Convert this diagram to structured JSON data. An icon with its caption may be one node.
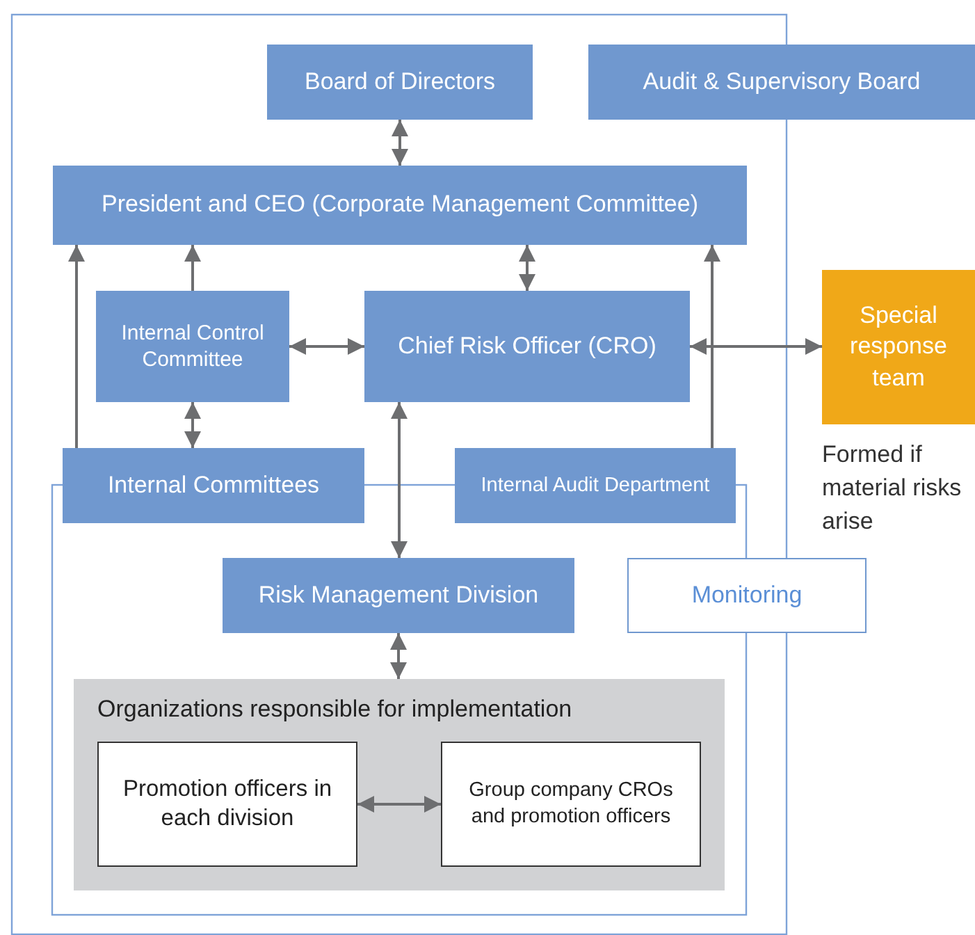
{
  "diagram": {
    "nodes": [
      {
        "text": [
          "Board of Directors"
        ]
      },
      {
        "text": [
          "Audit & Supervisory Board"
        ]
      },
      {
        "text": [
          "President and CEO (Corporate Management Committee)"
        ]
      },
      {
        "text": [
          "Internal Control Committee"
        ]
      },
      {
        "text": [
          "Chief Risk Officer (CRO)"
        ]
      },
      {
        "text": [
          "Special response team"
        ],
        "beside": [
          "Formed if material risks arise"
        ]
      },
      {
        "text": [
          "Internal Committees"
        ]
      },
      {
        "text": [
          "Internal Audit Department"
        ]
      },
      {
        "text": [
          "Risk Management Division"
        ]
      },
      {
        "text": [
          "Monitoring"
        ]
      },
      {
        "text": [
          "Organizations responsible for implementation"
        ]
      },
      {
        "text": [
          "Promotion officers in each division"
        ],
        "in": 10
      },
      {
        "text": [
          "Group company CROs and promotion officers"
        ],
        "in": 10
      }
    ],
    "edges": [
      {
        "from": 0,
        "to": 2,
        "arrow": "both"
      },
      {
        "from": 3,
        "to": 2,
        "arrow": "to"
      },
      {
        "from": 6,
        "to": 2,
        "arrow": "to"
      },
      {
        "from": 7,
        "to": 2,
        "arrow": "to"
      },
      {
        "from": 4,
        "to": 2,
        "arrow": "both"
      },
      {
        "from": 3,
        "to": 4,
        "arrow": "both"
      },
      {
        "from": 3,
        "to": 6,
        "arrow": "both"
      },
      {
        "from": 4,
        "to": 5,
        "arrow": "both"
      },
      {
        "from": 4,
        "to": 8,
        "arrow": "both"
      },
      {
        "from": 8,
        "to": 10,
        "arrow": "both"
      },
      {
        "from": 11,
        "to": 12,
        "arrow": "both"
      }
    ]
  }
}
